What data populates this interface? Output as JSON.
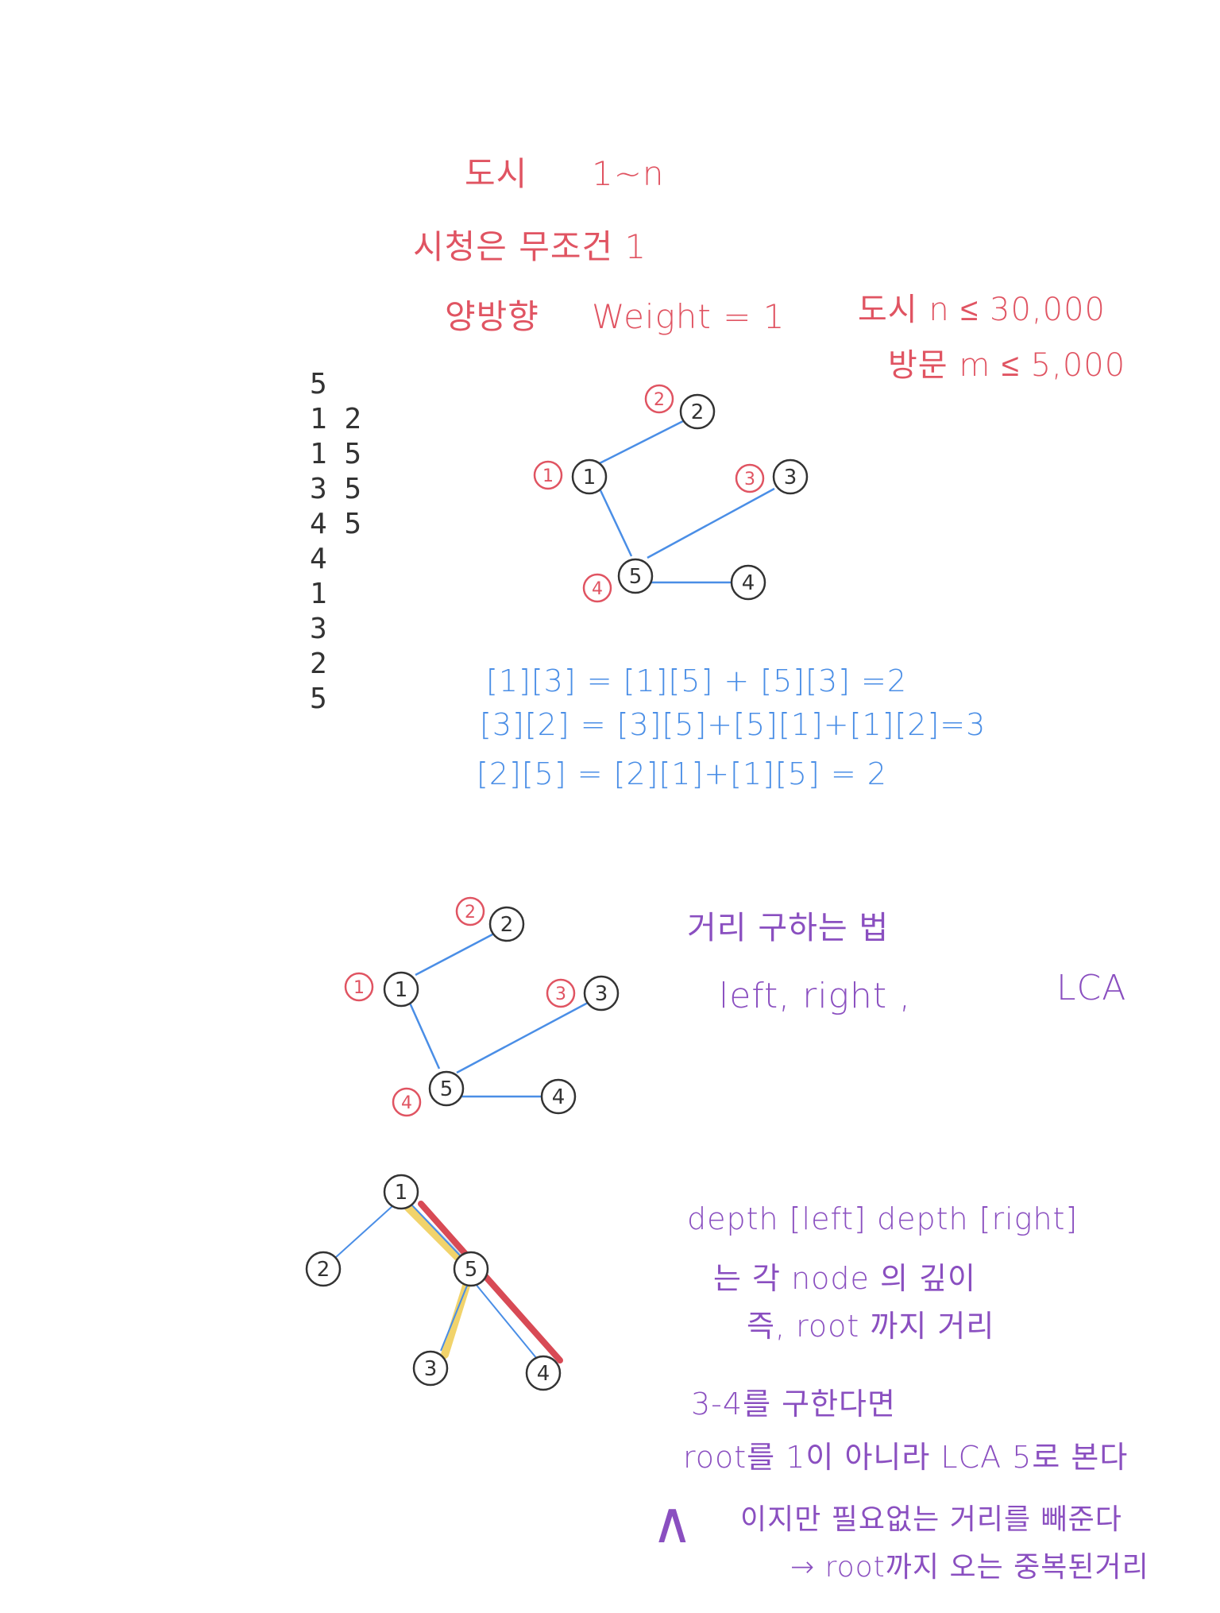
{
  "header": {
    "line1_a": "도시",
    "line1_b": "1~n",
    "line2": "시청은 무조건 1",
    "line3_a": "양방향",
    "line3_b": "Weight = 1",
    "constraint_city": "도시 n ≤ 30,000",
    "constraint_visit": "방문 m ≤ 5,000"
  },
  "input_column": [
    "5",
    "1 2",
    "1 5",
    "3 5",
    "4 5",
    "4",
    "1",
    "3",
    "2",
    "5"
  ],
  "graph1": {
    "nodes": [
      "1",
      "2",
      "3",
      "4",
      "5"
    ],
    "visit_order": [
      "1",
      "2",
      "3",
      "4"
    ]
  },
  "equations": [
    "[1][3] = [1][5] + [5][3]  =2",
    "[3][2] = [3][5]+[5][1]+[1][2]=3",
    "[2][5] = [2][1]+[1][5] = 2"
  ],
  "graph2": {
    "nodes": [
      "1",
      "2",
      "3",
      "4",
      "5"
    ],
    "visit_order": [
      "1",
      "2",
      "3",
      "4"
    ]
  },
  "method": {
    "title": "거리 구하는 법",
    "options": "left, right ,",
    "lca": "LCA"
  },
  "tree": {
    "nodes": [
      "1",
      "2",
      "5",
      "3",
      "4"
    ]
  },
  "notes": {
    "depth_line": "depth [left]   depth [right]",
    "depth_desc1": "는 각 node 의 깊이",
    "depth_desc2": "즉, root 까지 거리",
    "example1": "3-4를 구한다면",
    "example2": "root를 1이 아니라 LCA 5로 본다",
    "wedge": "∧",
    "example3": "이지만 필요없는 거리를 빼준다",
    "example4": "→ root까지 오는 중복된거리"
  },
  "colors": {
    "red": "#e05462",
    "blue": "#4a8ee6",
    "purple": "#8a4fc0",
    "ink": "#333333",
    "yellow": "#f1d36b",
    "dark_red": "#d84a55"
  }
}
